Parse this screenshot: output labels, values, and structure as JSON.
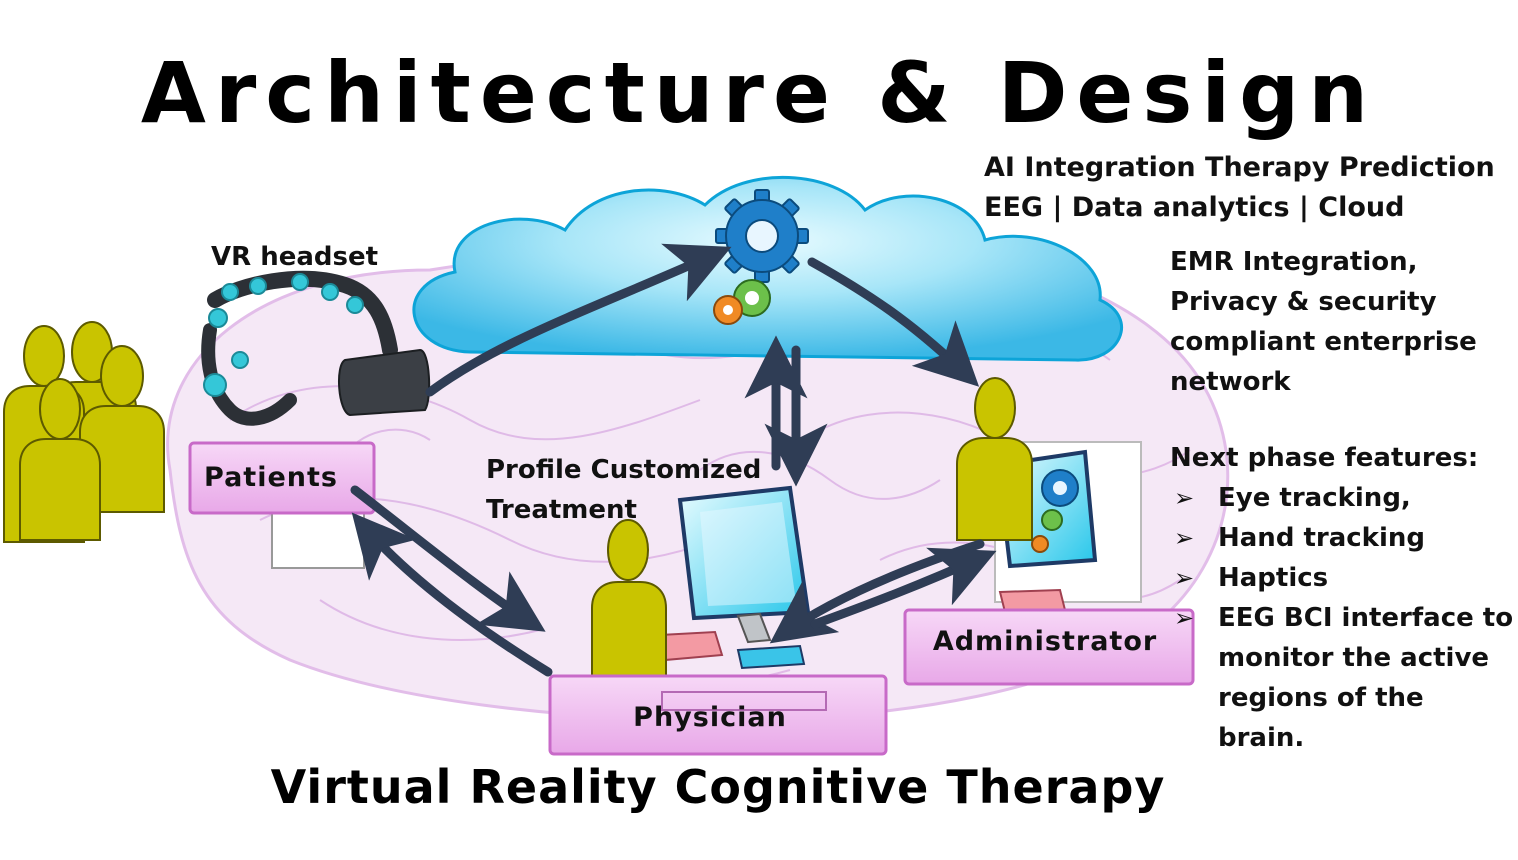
{
  "title": "Architecture & Design",
  "subtitle": "Virtual Reality Cognitive Therapy",
  "ai_block": {
    "line1": "AI Integration Therapy Prediction",
    "line2": "EEG | Data analytics | Cloud"
  },
  "emr_block": {
    "line1": "EMR Integration,",
    "line2": "Privacy & security",
    "line3": "compliant enterprise",
    "line4": "network"
  },
  "features": {
    "heading": "Next phase features:",
    "items": [
      "Eye tracking,",
      "Hand tracking",
      "Haptics",
      "EEG BCI interface to",
      "monitor the active",
      "regions of the brain."
    ]
  },
  "vr_headset_label": "VR headset",
  "profile_label": {
    "line1": "Profile Customized",
    "line2": "Treatment"
  },
  "roles": {
    "patients": "Patients",
    "physician": "Physician",
    "administrator": "Administrator"
  },
  "colors": {
    "cloud": "#6dcff0",
    "person": "#c9c400",
    "label_box": "#f3c4f3",
    "arrow": "#2f3d55",
    "brain": "#e3c4ea"
  }
}
